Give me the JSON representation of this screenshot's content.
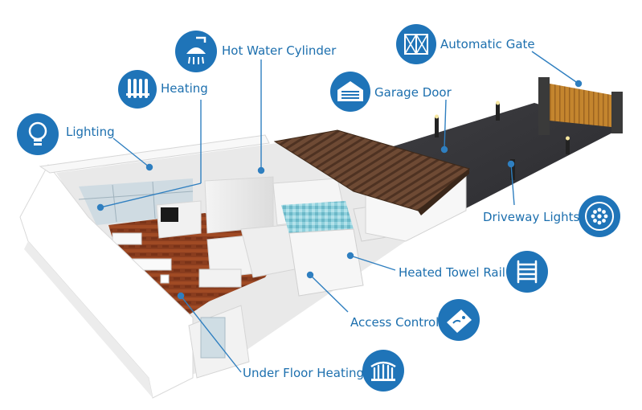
{
  "colors": {
    "accent": "#1c6fae",
    "icon_blue": "#1f74b8",
    "leader_line": "#2f7fc0"
  },
  "features": [
    {
      "id": "lighting",
      "label": "Lighting",
      "icon": "light-bulb-icon"
    },
    {
      "id": "heating",
      "label": "Heating",
      "icon": "radiator-icon"
    },
    {
      "id": "hot-water-cylinder",
      "label": "Hot Water Cylinder",
      "icon": "shower-head-icon"
    },
    {
      "id": "garage-door",
      "label": "Garage Door",
      "icon": "garage-icon"
    },
    {
      "id": "automatic-gate",
      "label": "Automatic Gate",
      "icon": "gate-icon"
    },
    {
      "id": "driveway-lights",
      "label": "Driveway Lights",
      "icon": "led-light-icon"
    },
    {
      "id": "heated-towel-rail",
      "label": "Heated Towel Rail",
      "icon": "towel-rail-icon"
    },
    {
      "id": "access-control",
      "label": "Access Control",
      "icon": "keycard-icon"
    },
    {
      "id": "under-floor-heating",
      "label": "Under Floor Heating",
      "icon": "floor-heating-icon"
    }
  ]
}
